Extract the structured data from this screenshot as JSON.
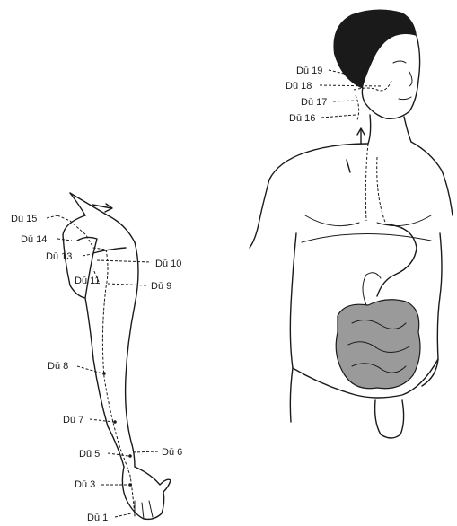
{
  "figure": {
    "arm_points": [
      {
        "id": "du15",
        "label": "Dū 15"
      },
      {
        "id": "du14",
        "label": "Dū 14"
      },
      {
        "id": "du13",
        "label": "Dū 13"
      },
      {
        "id": "du10",
        "label": "Dū 10"
      },
      {
        "id": "du11",
        "label": "Dū 11"
      },
      {
        "id": "du9",
        "label": "Dū 9"
      },
      {
        "id": "du8",
        "label": "Dū 8"
      },
      {
        "id": "du7",
        "label": "Dū 7"
      },
      {
        "id": "du5",
        "label": "Dū 5"
      },
      {
        "id": "du6",
        "label": "Dū 6"
      },
      {
        "id": "du3",
        "label": "Dū 3"
      },
      {
        "id": "du1",
        "label": "Dū 1"
      }
    ],
    "head_points": [
      {
        "id": "du19",
        "label": "Dū 19"
      },
      {
        "id": "du18",
        "label": "Dū 18"
      },
      {
        "id": "du17",
        "label": "Dū 17"
      },
      {
        "id": "du16",
        "label": "Dū 16"
      }
    ]
  }
}
